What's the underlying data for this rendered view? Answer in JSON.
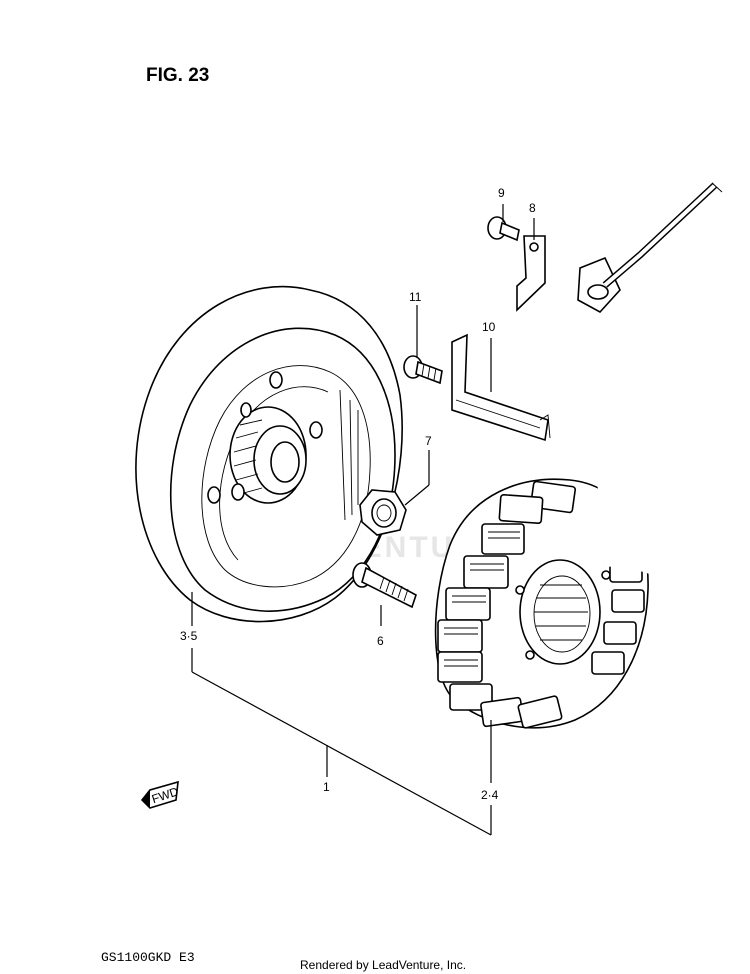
{
  "figure": {
    "title": "FIG. 23",
    "model_code": "GS1100GKD E3",
    "footer": "Rendered by LeadVenture, Inc.",
    "watermark": "LEADVENTURE",
    "fwd_label": "FWD"
  },
  "callouts": [
    {
      "id": "1",
      "label": "1"
    },
    {
      "id": "2-4",
      "label": "2·4"
    },
    {
      "id": "3-5",
      "label": "3·5"
    },
    {
      "id": "6",
      "label": "6"
    },
    {
      "id": "7",
      "label": "7"
    },
    {
      "id": "8",
      "label": "8"
    },
    {
      "id": "9",
      "label": "9"
    },
    {
      "id": "10",
      "label": "10"
    },
    {
      "id": "11",
      "label": "11"
    }
  ]
}
